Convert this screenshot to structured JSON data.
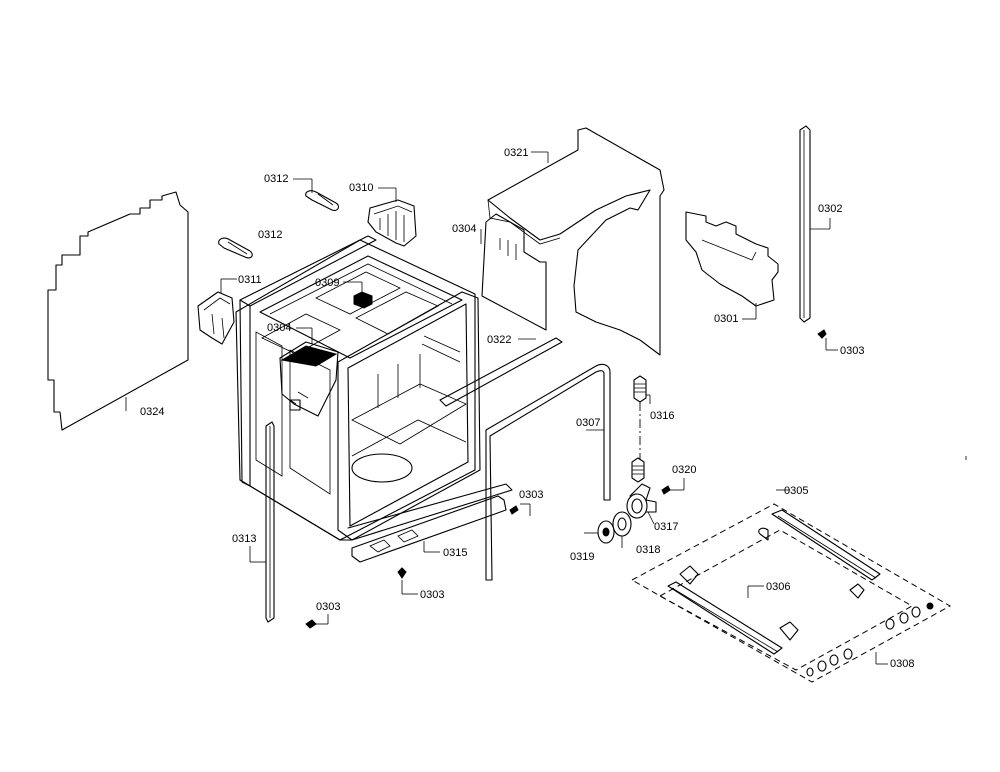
{
  "labels": {
    "p0321": "0321",
    "p0302": "0302",
    "p0312_top": "0312",
    "p0310": "0310",
    "p0304_top": "0304",
    "p0312_mid": "0312",
    "p0311": "0311",
    "p0309": "0309",
    "p0304_mid": "0304",
    "p0322": "0322",
    "p0301": "0301",
    "p0303_right": "0303",
    "p0324": "0324",
    "p0316": "0316",
    "p0307": "0307",
    "p0320": "0320",
    "p0305": "0305",
    "p0303_center": "0303",
    "p0317": "0317",
    "p0313": "0313",
    "p0315": "0315",
    "p0319": "0319",
    "p0318": "0318",
    "p0306": "0306",
    "p0303_bottom": "0303",
    "p0303_left": "0303",
    "p0308": "0308"
  }
}
